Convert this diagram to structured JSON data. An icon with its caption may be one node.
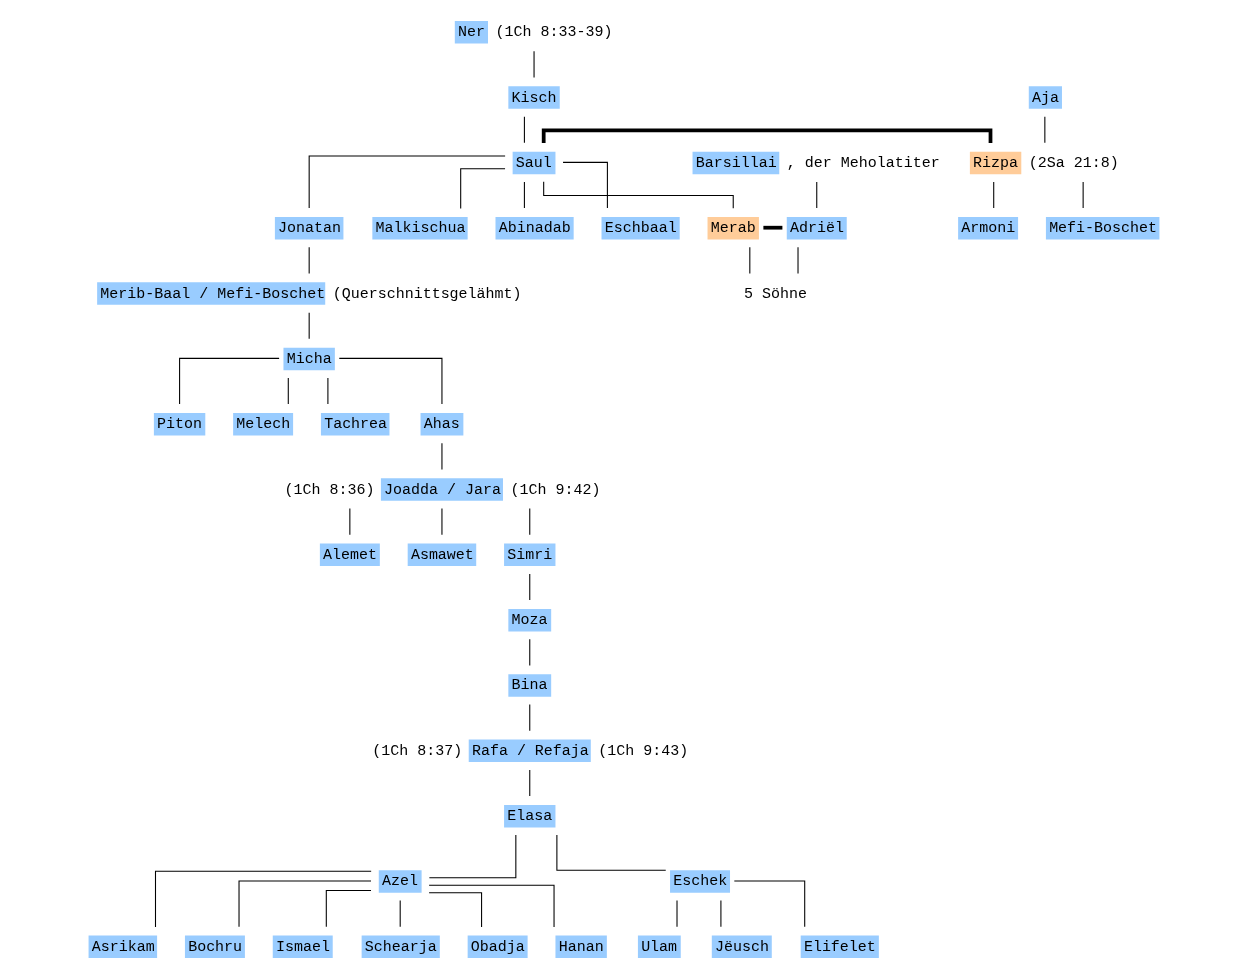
{
  "diagram": {
    "nodes": [
      {
        "text": [
          "Ner"
        ],
        "beside": [
          "(1Ch 8:33-39)"
        ]
      },
      {
        "text": [
          "Kisch"
        ]
      },
      {
        "text": [
          "Aja"
        ]
      },
      {
        "text": [
          "Saul"
        ]
      },
      {
        "text": [
          "Rizpa"
        ],
        "beside": [
          "(2Sa 21:8)"
        ]
      },
      {
        "text": [
          "Barsillai"
        ],
        "beside": [
          ", der Meholatiter"
        ]
      },
      {
        "text": [
          "Jonatan"
        ]
      },
      {
        "text": [
          "Malkischua"
        ]
      },
      {
        "text": [
          "Abinadab"
        ]
      },
      {
        "text": [
          "Eschbaal"
        ]
      },
      {
        "text": [
          "Merab"
        ]
      },
      {
        "text": [
          "Adriël"
        ]
      },
      {
        "text": [
          "Armoni"
        ]
      },
      {
        "text": [
          "Mefi-Boschet"
        ]
      },
      {
        "text": [
          "5 Söhne"
        ]
      },
      {
        "text": [
          "Merib-Baal / Mefi-Boschet"
        ],
        "beside": [
          "(Querschnittsgelähmt)"
        ]
      },
      {
        "text": [
          "Micha"
        ]
      },
      {
        "text": [
          "Piton"
        ]
      },
      {
        "text": [
          "Melech"
        ]
      },
      {
        "text": [
          "Tachrea"
        ]
      },
      {
        "text": [
          "Ahas"
        ]
      },
      {
        "text": [
          "Joadda / Jara"
        ],
        "beside": [
          "(1Ch 8:36)",
          "(1Ch 9:42)"
        ]
      },
      {
        "text": [
          "Alemet"
        ]
      },
      {
        "text": [
          "Asmawet"
        ]
      },
      {
        "text": [
          "Simri"
        ]
      },
      {
        "text": [
          "Moza"
        ]
      },
      {
        "text": [
          "Bina"
        ]
      },
      {
        "text": [
          "Rafa / Refaja"
        ],
        "beside": [
          "(1Ch 8:37)",
          "(1Ch 9:43)"
        ]
      },
      {
        "text": [
          "Elasa"
        ]
      },
      {
        "text": [
          "Azel"
        ]
      },
      {
        "text": [
          "Eschek"
        ]
      },
      {
        "text": [
          "Asrikam"
        ]
      },
      {
        "text": [
          "Bochru"
        ]
      },
      {
        "text": [
          "Ismael"
        ]
      },
      {
        "text": [
          "Schearja"
        ]
      },
      {
        "text": [
          "Obadja"
        ]
      },
      {
        "text": [
          "Hanan"
        ]
      },
      {
        "text": [
          "Ulam"
        ]
      },
      {
        "text": [
          "Jëusch"
        ]
      },
      {
        "text": [
          "Elifelet"
        ]
      }
    ],
    "edges": [
      {
        "from": 0,
        "to": 1,
        "arrow": "none"
      },
      {
        "from": 1,
        "to": 3,
        "arrow": "none"
      },
      {
        "from": 2,
        "to": 4,
        "arrow": "none"
      },
      {
        "from": 3,
        "to": 4,
        "arrow": "none",
        "style": "thick"
      },
      {
        "from": 3,
        "to": 6,
        "arrow": "none"
      },
      {
        "from": 3,
        "to": 7,
        "arrow": "none"
      },
      {
        "from": 3,
        "to": 8,
        "arrow": "none"
      },
      {
        "from": 3,
        "to": 9,
        "arrow": "none"
      },
      {
        "from": 3,
        "to": 10,
        "arrow": "none"
      },
      {
        "from": 5,
        "to": 11,
        "arrow": "none"
      },
      {
        "from": 4,
        "to": 12,
        "arrow": "none"
      },
      {
        "from": 4,
        "to": 13,
        "arrow": "none"
      },
      {
        "from": 10,
        "to": 11,
        "arrow": "none",
        "style": "thick"
      },
      {
        "from": 10,
        "to": 14,
        "arrow": "none"
      },
      {
        "from": 11,
        "to": 14,
        "arrow": "none"
      },
      {
        "from": 6,
        "to": 15,
        "arrow": "none"
      },
      {
        "from": 15,
        "to": 16,
        "arrow": "none"
      },
      {
        "from": 16,
        "to": 17,
        "arrow": "none"
      },
      {
        "from": 16,
        "to": 18,
        "arrow": "none"
      },
      {
        "from": 16,
        "to": 19,
        "arrow": "none"
      },
      {
        "from": 16,
        "to": 20,
        "arrow": "none"
      },
      {
        "from": 20,
        "to": 21,
        "arrow": "none"
      },
      {
        "from": 21,
        "to": 22,
        "arrow": "none"
      },
      {
        "from": 21,
        "to": 23,
        "arrow": "none"
      },
      {
        "from": 21,
        "to": 24,
        "arrow": "none"
      },
      {
        "from": 24,
        "to": 25,
        "arrow": "none"
      },
      {
        "from": 25,
        "to": 26,
        "arrow": "none"
      },
      {
        "from": 26,
        "to": 27,
        "arrow": "none"
      },
      {
        "from": 27,
        "to": 28,
        "arrow": "none"
      },
      {
        "from": 28,
        "to": 29,
        "arrow": "none"
      },
      {
        "from": 28,
        "to": 30,
        "arrow": "none"
      },
      {
        "from": 29,
        "to": 31,
        "arrow": "none"
      },
      {
        "from": 29,
        "to": 32,
        "arrow": "none"
      },
      {
        "from": 29,
        "to": 33,
        "arrow": "none"
      },
      {
        "from": 29,
        "to": 34,
        "arrow": "none"
      },
      {
        "from": 29,
        "to": 35,
        "arrow": "none"
      },
      {
        "from": 29,
        "to": 36,
        "arrow": "none"
      },
      {
        "from": 30,
        "to": 37,
        "arrow": "none"
      },
      {
        "from": 30,
        "to": 38,
        "arrow": "none"
      },
      {
        "from": 30,
        "to": 39,
        "arrow": "none"
      }
    ]
  }
}
